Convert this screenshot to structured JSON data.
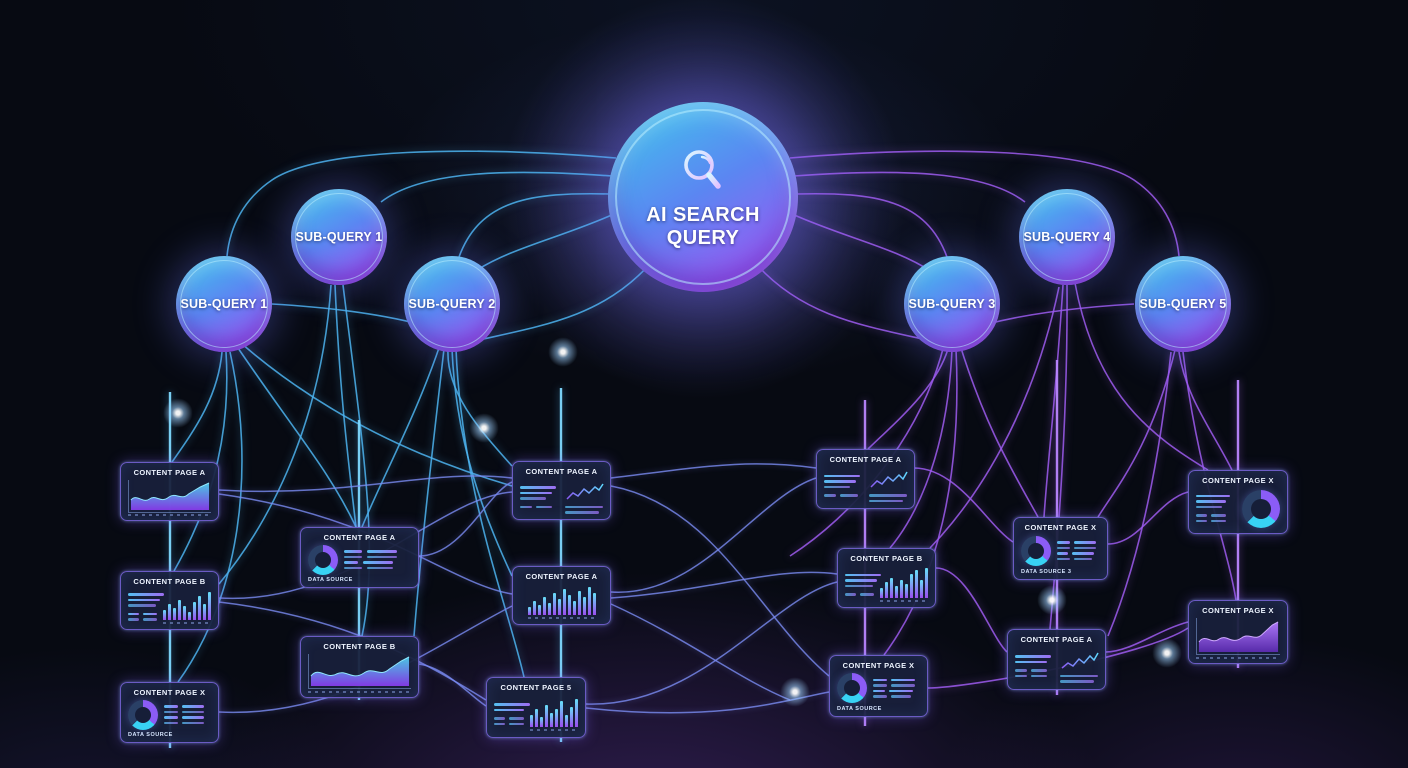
{
  "center": {
    "label1": "AI SEARCH",
    "label2": "QUERY",
    "icon": "magnifier-icon"
  },
  "sub_queries": [
    {
      "label": "SUB-QUERY 1"
    },
    {
      "label": "SUB-QUERY 1"
    },
    {
      "label": "SUB-QUERY 2"
    },
    {
      "label": "SUB-QUERY 3"
    },
    {
      "label": "SUB-QUERY 4"
    },
    {
      "label": "SUB-QUERY 5"
    }
  ],
  "cards": [
    {
      "title": "CONTENT PAGE A",
      "chart": "area"
    },
    {
      "title": "CONTENT PAGE B",
      "chart": "text+bars"
    },
    {
      "title": "CONTENT PAGE X",
      "chart": "donut+text",
      "caption": "DATA SOURCE"
    },
    {
      "title": "CONTENT PAGE A",
      "chart": "donut+text",
      "caption": "DATA SOURCE"
    },
    {
      "title": "CONTENT PAGE B",
      "chart": "area"
    },
    {
      "title": "CONTENT PAGE A",
      "chart": "text+line"
    },
    {
      "title": "CONTENT PAGE A",
      "chart": "bars"
    },
    {
      "title": "CONTENT PAGE 5",
      "chart": "text+bars"
    },
    {
      "title": "CONTENT PAGE A",
      "chart": "text+line"
    },
    {
      "title": "CONTENT PAGE B",
      "chart": "text+bars"
    },
    {
      "title": "CONTENT PAGE X",
      "chart": "donut+text",
      "caption": "DATA SOURCE"
    },
    {
      "title": "CONTENT PAGE X",
      "chart": "donut+text",
      "caption": "DATA SOURCE 3"
    },
    {
      "title": "CONTENT PAGE A",
      "chart": "text+line"
    },
    {
      "title": "CONTENT PAGE X",
      "chart": "text+donut"
    },
    {
      "title": "CONTENT PAGE X",
      "chart": "area"
    }
  ],
  "colors": {
    "wire_cyan": "#4db4f0",
    "wire_purple": "#9f5cf0",
    "node_gradient_start": "#3ec9ec",
    "node_gradient_end": "#ae4cf4",
    "background": "#070a12"
  }
}
